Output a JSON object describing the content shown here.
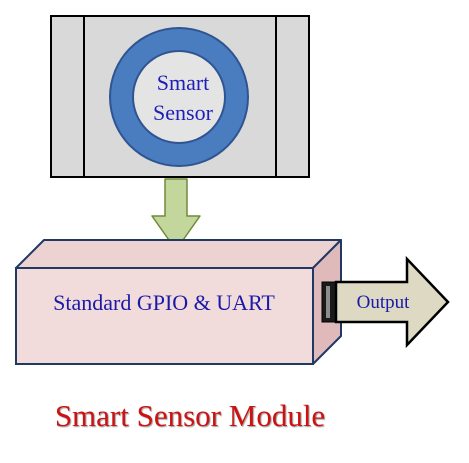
{
  "sensor": {
    "line1": "Smart",
    "line2": "Sensor"
  },
  "module": {
    "label": "Standard GPIO & UART"
  },
  "output": {
    "label": "Output"
  },
  "caption": "Smart Sensor Module",
  "colors": {
    "sensor_frame_fill": "#d9d9d9",
    "sensor_ring": "#4a7cc0",
    "sensor_ring_border": "#2e5591",
    "arrow_down_fill": "#c3d69b",
    "module_front": "#f2dcdb",
    "module_top": "#ecd2d1",
    "module_side": "#e0baba",
    "module_border": "#1f3864",
    "output_arrow_fill": "#ddd9c3",
    "label_blue": "#1a1aa8",
    "caption_red": "#cc1212"
  }
}
